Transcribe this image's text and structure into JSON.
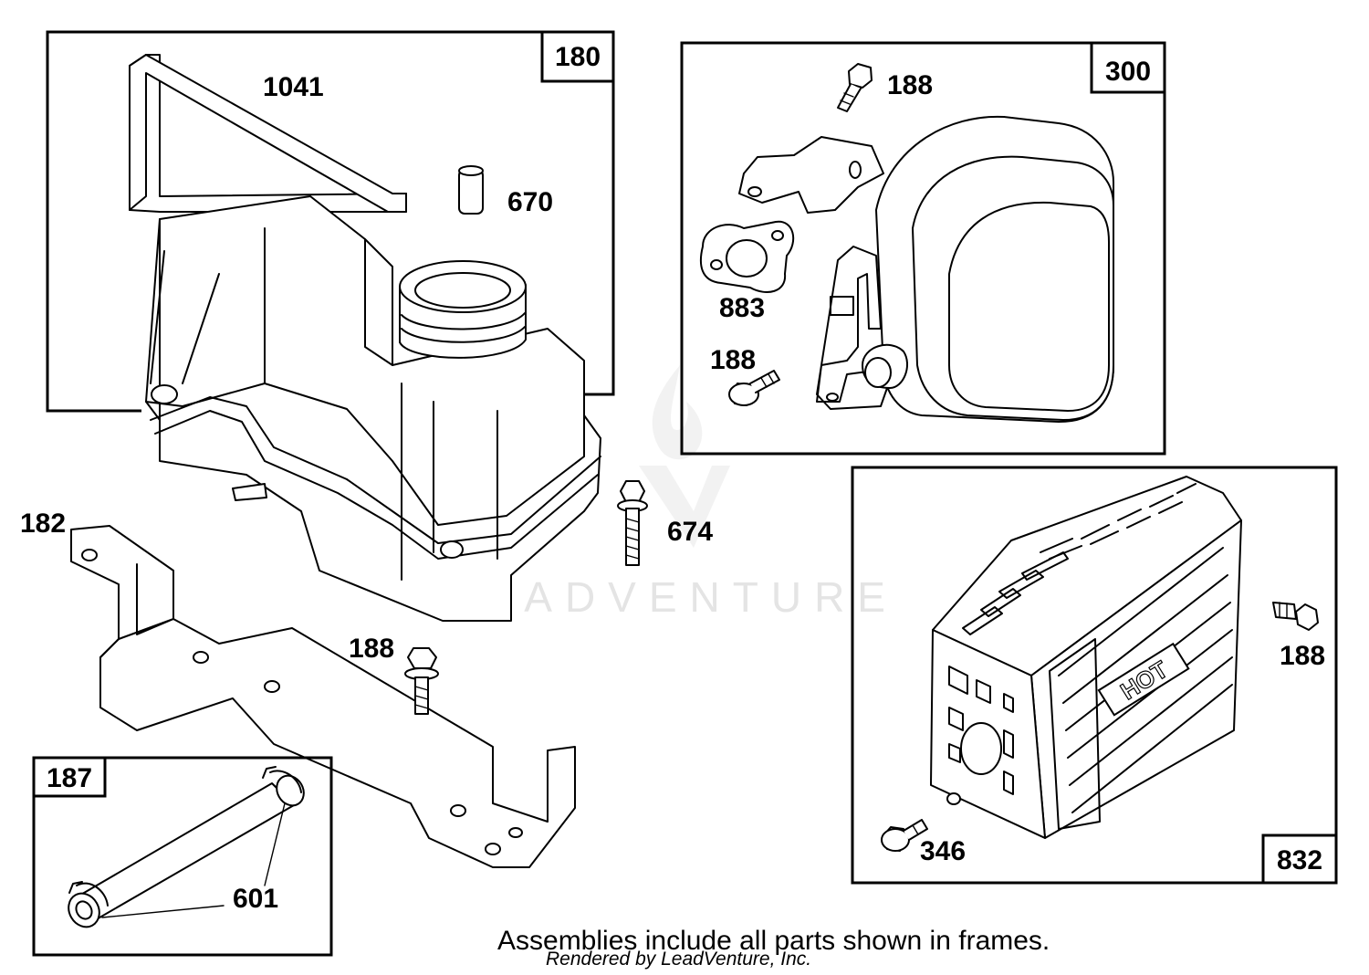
{
  "frames": {
    "fuel_tank": "180",
    "muffler": "300",
    "muffler_guard": "832",
    "fuel_line": "187"
  },
  "parts": {
    "tank_strap": "1041",
    "bushing": "670",
    "tank_bracket": "182",
    "bracket_screw": "188",
    "flange_screw": "674",
    "muffler_screw_top": "188",
    "muffler_gasket": "883",
    "muffler_screw_bottom": "188",
    "guard_screw_right": "188",
    "guard_screw_bottom": "346",
    "hose_clamp": "601"
  },
  "guard_marking": "HOT",
  "watermark": "LEADVENTURE",
  "caption": "Assemblies include all parts shown in frames.",
  "credit": "Rendered by LeadVenture, Inc."
}
